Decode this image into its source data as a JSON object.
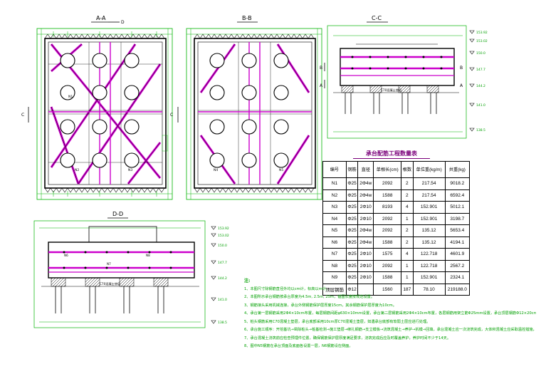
{
  "views": {
    "aa": {
      "title": "A-A",
      "arrow_mark": "D"
    },
    "bb": {
      "title": "B-B"
    },
    "cc": {
      "title": "C-C",
      "side_a": "A",
      "side_b": "B"
    },
    "dd": {
      "title": "D-D"
    }
  },
  "side_markers": {
    "left": "C",
    "right": "C"
  },
  "small_labels": {
    "n1": "N1",
    "n2": "N2",
    "n3": "N3",
    "n4": "N4",
    "n5": "N5",
    "n6": "N6",
    "n7": "N7",
    "n8": "N8",
    "c70": "C70混凝土垫层"
  },
  "elevations": [
    "153.92",
    "153.02",
    "150.0",
    "147.7",
    "144.2",
    "141.0",
    "138.5"
  ],
  "quantity_table": {
    "title": "承台配筋工程数量表",
    "headers": [
      "编号",
      "钢筋",
      "直径",
      "单根长(cm)",
      "根数",
      "单位重(kg/m)",
      "共重(kg)"
    ],
    "rows": [
      [
        "N1",
        "Φ25",
        "2Φ4w",
        "2092",
        "2",
        "217.54",
        "9018.2"
      ],
      [
        "N2",
        "Φ25",
        "2Φ4w",
        "1588",
        "2",
        "217.54",
        "6592.4"
      ],
      [
        "N3",
        "Φ25",
        "2Φ10",
        "8193",
        "4",
        "152.901",
        "5012.1"
      ],
      [
        "N4",
        "Φ25",
        "2Φ10",
        "2092",
        "1",
        "152.901",
        "3198.7"
      ],
      [
        "N5",
        "Φ25",
        "2Φ4w",
        "2092",
        "2",
        "135.12",
        "5653.4"
      ],
      [
        "N6",
        "Φ25",
        "2Φ4w",
        "1588",
        "2",
        "135.12",
        "4194.1"
      ],
      [
        "N7",
        "Φ25",
        "2Φ10",
        "1575",
        "4",
        "122.718",
        "4601.9"
      ],
      [
        "N8",
        "Φ25",
        "2Φ10",
        "2092",
        "1",
        "122.718",
        "2567.2"
      ],
      [
        "N9",
        "Φ25",
        "2Φ10",
        "1588",
        "1",
        "152.901",
        "2324.1"
      ],
      [
        "顶层钢筋",
        "Φ12",
        "",
        "1560",
        "187",
        "78.10",
        "219188.0"
      ]
    ]
  },
  "notes": {
    "heading": "注:",
    "lines": [
      "1、本图尺寸除钢筋直径外均以cm计，标高以m计。",
      "2、本图所示承台钢筋按承台厚度为4.5m, 2.5m, 25m，锚固长度按规范设置。",
      "3、钢筋接头采用机械连接，承台外侧钢筋保护层厚度15cm，其余钢筋保护层厚度为10cm。",
      "4、承台第一层钢筋采用2Φ4×10cm布置，每层钢筋间距φ630×10mm设置，承台第二层钢筋采用2Φ4×10cm布置，各层钢筋用架立筋Φ25mm设置，承台顶层钢筋Φ12×20cm设置。",
      "5、桩头钢筋采用C70混凝土垫层，承台底部采用10cm厚C70混凝土垫层，如遇承台底部有软弱土层应进行处理。",
      "6、承台施工顺序：开挖基坑→凿除桩头→桩基检测→施工垫层→绑扎钢筋→支立模板→浇筑混凝土→养护→拆模→回填，承台混凝土应一次浇筑完成，大体积混凝土应采取温控措施，做好测温记录。",
      "7、承台混凝土浇筑前应检查预埋件位置，确保钢筋保护层厚度满足要求，浇筑完成后应及时覆盖养护，养护时间不少于14天。",
      "8、图中N5钢筋在承台顶面及底面各设置一层，N6钢筋设在侧面。"
    ]
  },
  "colors": {
    "dimension": "#00b400",
    "outline": "#000000",
    "rebar": "#cc00cc",
    "pile": "#000000",
    "note": "#00a000"
  }
}
